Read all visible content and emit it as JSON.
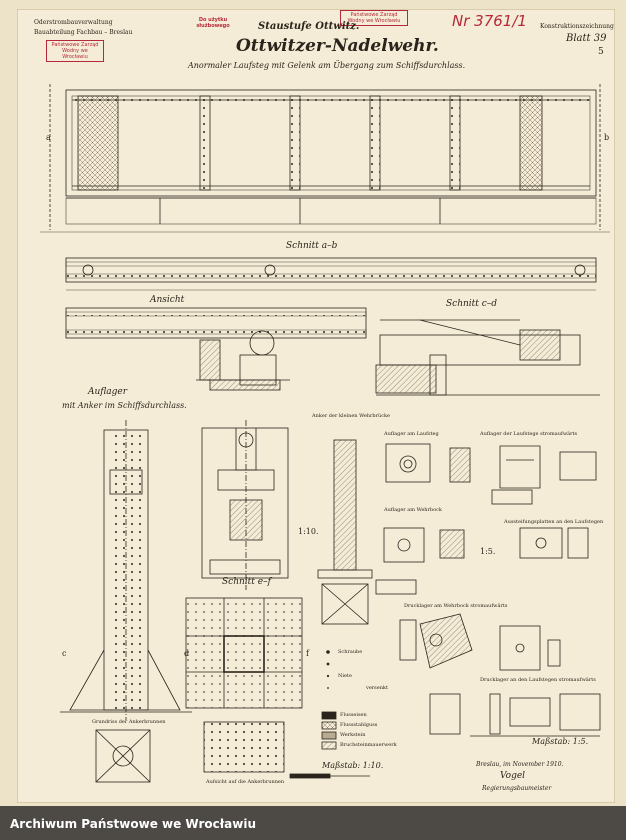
{
  "header": {
    "authority": "Oderstrombauverwaltung",
    "department": "Bauabteilung Fachbau – Breslau",
    "stamp_top_red": "Do użytku służbowego",
    "stamp_archive_1": "Państwowe Zarząd Wodny we Wrocławiu",
    "stamp_archive_2": "Państwowe Zarząd Wodny we Wrocławiu",
    "catalog_number": "Nr 3761/1",
    "series": "Staustufe Ottwitz.",
    "main_title": "Ottwitzer-Nadelwehr.",
    "subtitle": "Anormaler Laufsteg mit Gelenk am Übergang zum Schiffsdurchlass.",
    "drawing_type": "Konstruktionszeichnung",
    "sheet_label": "Blatt 39",
    "sheet_number": "5"
  },
  "views": {
    "plan_label_a": "a",
    "plan_label_b": "b",
    "section_ab": "Schnitt a–b",
    "elevation": "Ansicht",
    "section_cd": "Schnitt c–d",
    "bearing_title_1": "Auflager",
    "bearing_title_2": "mit Anker im Schiffsdurchlass.",
    "anchor_small_bridge": "Anker der kleinen Wehrbrücke",
    "bearing_walkway": "Auflager am Laufsteg",
    "bearing_weir": "Auflager am Wehrbock",
    "bearing_pier": "Auflager der Laufstege stromaufwärts",
    "stiffening": "Aussteifungsplatten an den Laufstegen",
    "pressure_bearing": "Drucklager am Wehrbock stromaufwärts",
    "pressure_bearing_2": "Drucklager an den Laufstegen stromaufwärts",
    "section_ef": "Schnitt e–f",
    "plan_anchor": "Grundriss der Ankerbrunnen",
    "view_anchor": "Aufsicht auf die Ankerbrunnen",
    "scale_110_a": "1:10.",
    "scale_15": "1:5.",
    "scale_main": "Maßstab: 1:10.",
    "scale_detail": "Maßstab: 1:5.",
    "label_c": "c",
    "label_d": "d",
    "label_e": "e",
    "label_f": "f"
  },
  "legend": {
    "items": [
      "Schraube",
      "Niete",
      "",
      "",
      "versenkt"
    ],
    "materials": [
      "Flusseisen",
      "Flussstahlguss",
      "Werkstein",
      "Bruchsteinmauerwerk"
    ]
  },
  "signature": {
    "place_date": "Breslau, im November 1910.",
    "name": "Vogel",
    "role": "Regierungsbaumeister"
  },
  "footer": {
    "archive": "Archiwum Państwowe we Wrocławiu"
  },
  "colors": {
    "paper": "#f4ecd6",
    "ink": "#2a241c",
    "stamp_red": "#b52a3a",
    "footer_bg": "#4d4a45",
    "footer_text": "#ffffff"
  }
}
